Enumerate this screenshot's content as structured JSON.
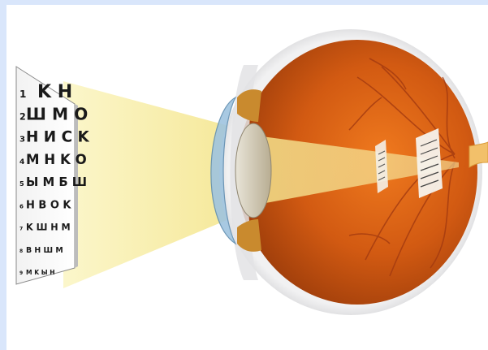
{
  "snellen_chart": {
    "rows": [
      {
        "num": "1",
        "letters": "K H"
      },
      {
        "num": "2",
        "letters": "Ш M O"
      },
      {
        "num": "3",
        "letters": "H И C K"
      },
      {
        "num": "4",
        "letters": "M H K O"
      },
      {
        "num": "5",
        "letters": "Ы M Б Ш"
      },
      {
        "num": "6",
        "letters": "H B O K"
      },
      {
        "num": "7",
        "letters": "K Ш H M"
      },
      {
        "num": "8",
        "letters": "B H Ш M"
      },
      {
        "num": "9",
        "letters": "M K Ы H"
      }
    ]
  },
  "colors": {
    "background": "#d9e6fb",
    "light_beam": "#f7f0a0",
    "eye_orange": "#d9661a",
    "sclera": "#e9e9ea",
    "cornea": "#9fc4df"
  }
}
